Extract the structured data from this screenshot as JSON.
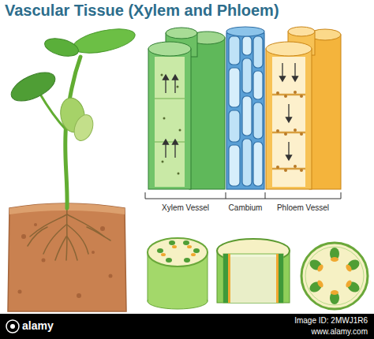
{
  "diagram": {
    "title": "Vascular Tissue (Xylem and Phloem)",
    "labels": [
      "Xylem Vessel",
      "Cambium",
      "Phloem Vessel",
      "alamy",
      "Image ID: 2MWJ1R6",
      "www.alamy.com"
    ]
  }
}
